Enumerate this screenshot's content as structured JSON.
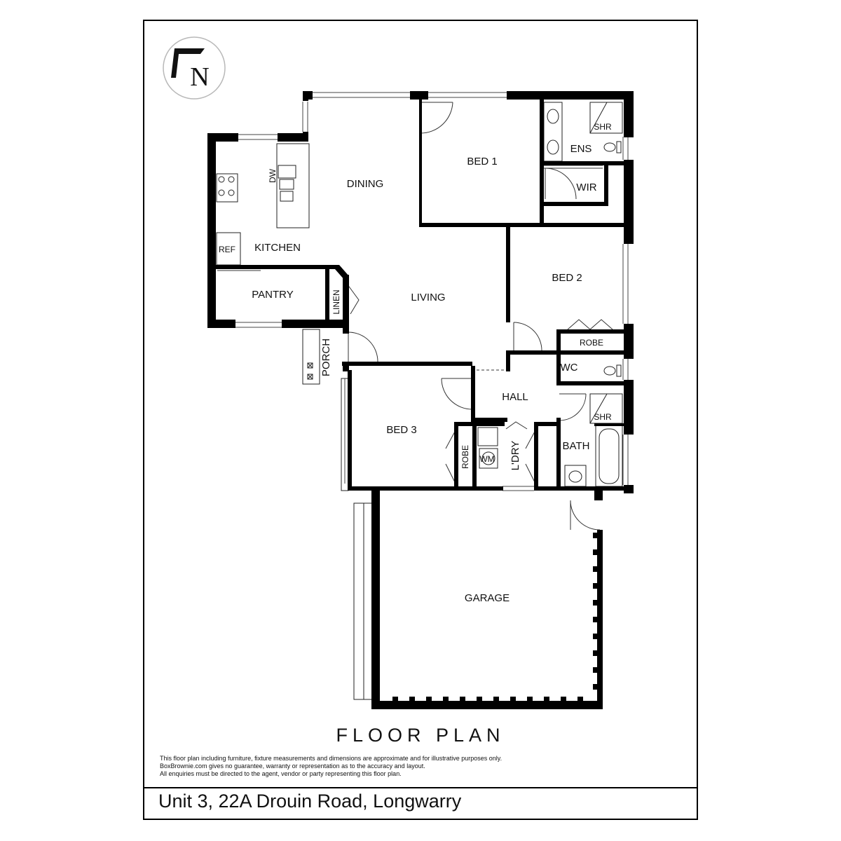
{
  "compass": {
    "letter": "N"
  },
  "rooms": {
    "bed1": "BED 1",
    "ens": "ENS",
    "shr_ens": "SHR",
    "wir": "WIR",
    "dining": "DINING",
    "kitchen": "KITCHEN",
    "dw": "DW",
    "ref": "REF",
    "pantry": "PANTRY",
    "linen": "LINEN",
    "living": "LIVING",
    "porch": "PORCH",
    "bed2": "BED 2",
    "robe_bed2": "ROBE",
    "wc": "WC",
    "hall": "HALL",
    "shr_bath": "SHR",
    "bath": "BATH",
    "bed3": "BED 3",
    "robe_bed3": "ROBE",
    "wm": "WM",
    "laundry": "L'DRY",
    "garage": "GARAGE"
  },
  "title": "FLOOR PLAN",
  "disclaimer": [
    "This floor plan including furniture, fixture measurements and dimensions are approximate and for illustrative purposes only.",
    "BoxBrownie.com gives no guarantee, warranty or representation as to the accuracy and layout.",
    "All enquiries must be directed to the agent, vendor or party representing this floor plan."
  ],
  "address": "Unit 3, 22A Drouin Road, Longwarry"
}
